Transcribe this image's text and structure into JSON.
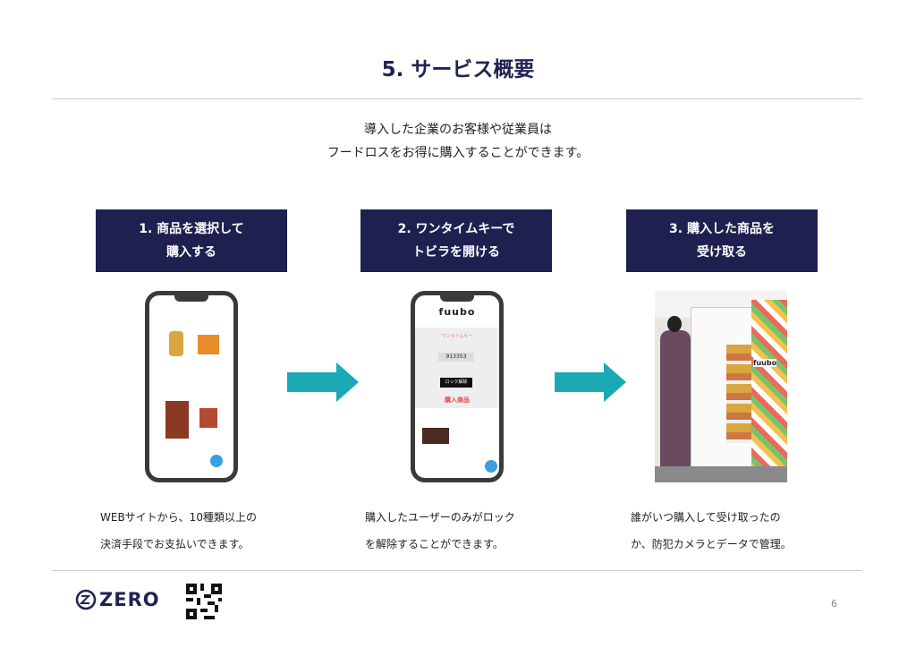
{
  "title": "5. サービス概要",
  "subtitle": [
    "導入した企業のお客様や従業員は",
    "フードロスをお得に購入することができます。"
  ],
  "steps": [
    {
      "line1": "1. 商品を選択して",
      "line2": "購入する",
      "desc1": "WEBサイトから、10種類以上の",
      "desc2": "決済手段でお支払いできます。"
    },
    {
      "line1": "2. ワンタイムキーで",
      "line2": "トビラを開ける",
      "desc1": "購入したユーザーのみがロック",
      "desc2": "を解除することができます。"
    },
    {
      "line1": "3. 購入した商品を",
      "line2": "受け取る",
      "desc1": "誰がいつ購入して受け取ったの",
      "desc2": "か、防犯カメラとデータで管理。"
    }
  ],
  "phone2": {
    "brand": "fuubo",
    "key_label": "ワンタイムキー",
    "key": "913353",
    "unlock": "ロック解除",
    "purchased": "購入商品"
  },
  "fridge_brand": "fuubo",
  "logo": "ZERO",
  "page_number": "6",
  "colors": {
    "navy": "#1e2150",
    "teal": "#1aa9b5"
  }
}
